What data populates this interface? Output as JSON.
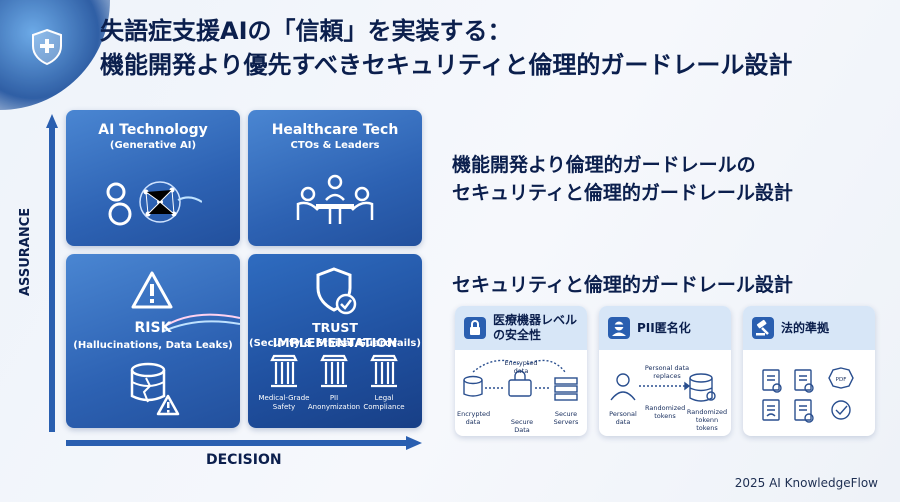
{
  "header": {
    "title_line1": "失語症支援AIの「信頼」を実装する：",
    "title_line2": "機能開発より優先すべきセキュリティと倫理的ガードレール設計"
  },
  "axes": {
    "y_label": "ASSURANCE",
    "x_label": "DECISION"
  },
  "quadrants": {
    "ai": {
      "title": "AI Technology",
      "subtitle": "(Generative AI)"
    },
    "health": {
      "title": "Healthcare Tech",
      "subtitle": "CTOs & Leaders"
    },
    "risk": {
      "title": "RISK",
      "subtitle": "(Hallucinations, Data Leaks)"
    },
    "trust": {
      "title": "TRUST IMPLEMENTATION",
      "subtitle": "(Security & Ethical Guardrails)",
      "pillars": [
        "Medical-Grade Safety",
        "PII Anonymization",
        "Legal Compliance"
      ]
    }
  },
  "right": {
    "heading1_line1": "機能開発より倫理的ガードレールの",
    "heading1_line2": "セキュリティと倫理的ガードレール設計",
    "heading2": "セキュリティと倫理的ガードレール設計"
  },
  "cards": [
    {
      "title_line1": "医療機器レベル",
      "title_line2": "の安全性",
      "labels": [
        "Encrypted data",
        "Encrypted data",
        "Secure Data",
        "Secure Servers"
      ]
    },
    {
      "title_line1": "PII匿名化",
      "labels": [
        "Personal data replaces",
        "Personal data",
        "Randomized tokens",
        "Randomized tokenn tokens"
      ]
    },
    {
      "title_line1": "法的準拠",
      "labels": [
        "PDF"
      ]
    }
  ],
  "footer": "2025 AI KnowledgeFlow",
  "colors": {
    "primary": "#2d62b3",
    "dark": "#0b1f4d",
    "card_head": "#d7e6f7"
  }
}
